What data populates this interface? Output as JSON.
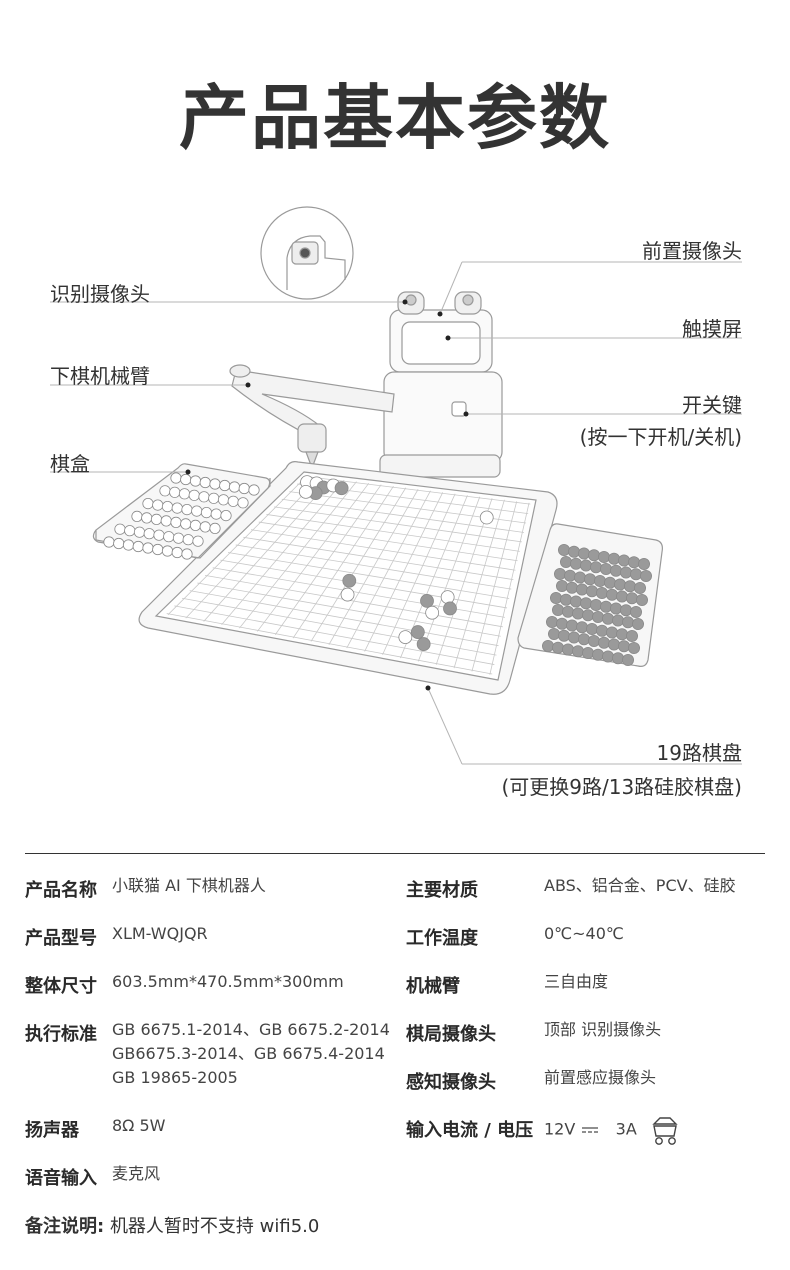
{
  "title": "产品基本参数",
  "callouts": {
    "front_camera": "前置摄像头",
    "touch_screen": "触摸屏",
    "power_key": "开关键",
    "power_key_note": "(按一下开机/关机)",
    "recognition_camera": "识别摄像头",
    "arm": "下棋机械臂",
    "stone_box": "棋盒",
    "board": "19路棋盘",
    "board_note": "(可更换9路/13路硅胶棋盘)"
  },
  "specs_left": [
    {
      "label": "产品名称",
      "value": "小联猫 AI 下棋机器人"
    },
    {
      "label": "产品型号",
      "value": "XLM-WQJQR"
    },
    {
      "label": "整体尺寸",
      "value": "603.5mm*470.5mm*300mm"
    },
    {
      "label": "执行标准",
      "value1": "GB 6675.1-2014、GB 6675.2-2014",
      "value2": "GB6675.3-2014、GB 6675.4-2014",
      "value3": "GB 19865-2005"
    },
    {
      "label": "扬声器",
      "value": "8Ω 5W"
    },
    {
      "label": "语音输入",
      "value": "麦克风"
    }
  ],
  "specs_right": [
    {
      "label": "主要材质",
      "value": "ABS、铝合金、PCV、硅胶"
    },
    {
      "label": "工作温度",
      "value": "0℃~40℃"
    },
    {
      "label": "机械臂",
      "value": "三自由度"
    },
    {
      "label": "棋局摄像头",
      "value": "顶部 识别摄像头"
    },
    {
      "label": "感知摄像头",
      "value": "前置感应摄像头"
    },
    {
      "label": "输入电流 / 电压",
      "value_v": "12V",
      "value_a": "3A"
    }
  ],
  "note": {
    "label": "备注说明:",
    "text": "机器人暂时不支持 wifi5.0"
  },
  "colors": {
    "text": "#2a2a2a",
    "line": "#999999",
    "stone_black": "#9a9a9a",
    "stone_white": "#ffffff",
    "board": "#f7f7f7"
  }
}
